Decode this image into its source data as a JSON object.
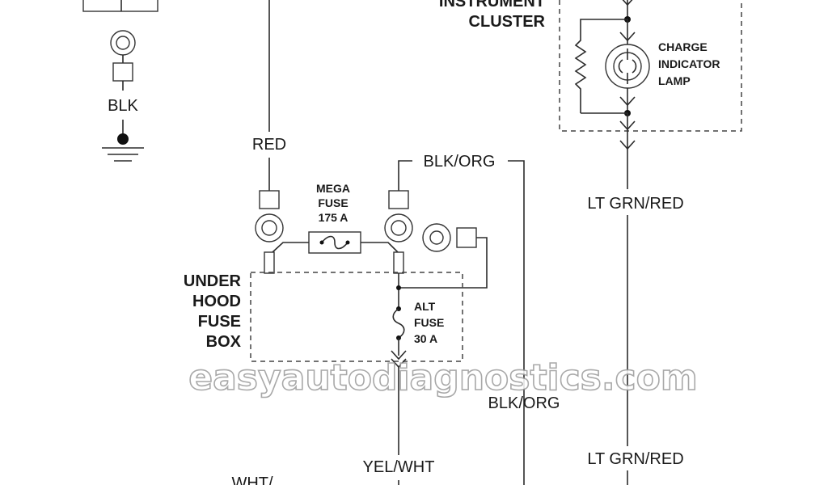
{
  "labels": {
    "instrument": "INSTRUMENT",
    "cluster": "CLUSTER",
    "charge": "CHARGE",
    "indicator": "INDICATOR",
    "lamp": "LAMP",
    "blk": "BLK",
    "red": "RED",
    "blk_org_top": "BLK/ORG",
    "mega": "MEGA",
    "fuse": "FUSE",
    "mega_rating": "175 A",
    "under": "UNDER",
    "hood": "HOOD",
    "fuse_box_1": "FUSE",
    "box": "BOX",
    "alt": "ALT",
    "alt_fuse": "FUSE",
    "alt_rating": "30 A",
    "lt_grn_red_top": "LT GRN/RED",
    "lt_grn_red_bottom": "LT GRN/RED",
    "blk_org_bottom": "BLK/ORG",
    "yel_wht": "YEL/WHT",
    "wht": "WHT/"
  },
  "watermark": "easyautodiagnostics.com",
  "colors": {
    "line": "#2b2b2b",
    "background": "#ffffff"
  }
}
